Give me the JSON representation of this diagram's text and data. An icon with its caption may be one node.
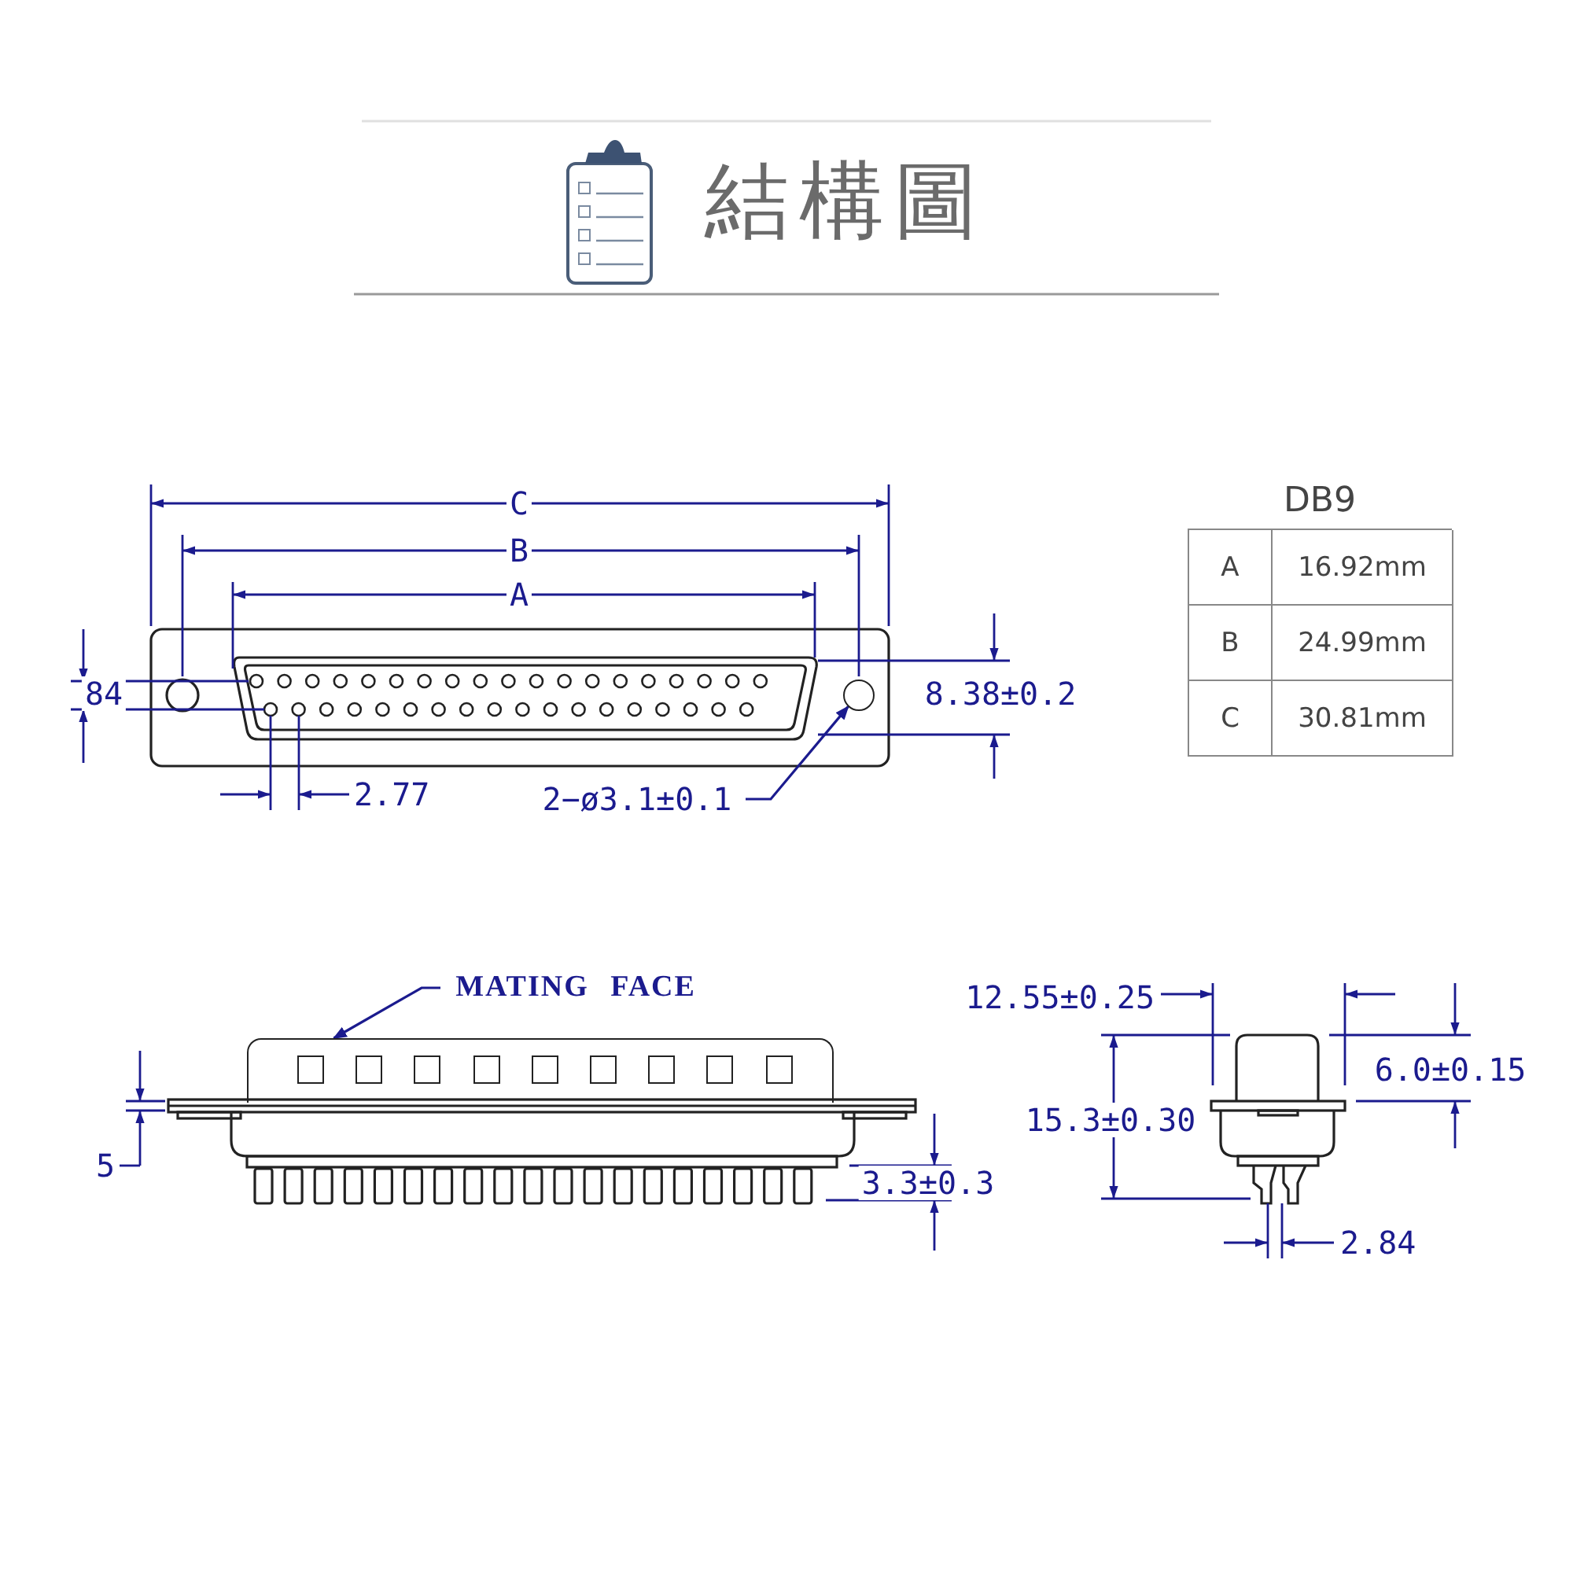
{
  "diagram": {
    "title": "結構圖",
    "nodes": [
      {
        "text": [],
        "shape": "circle"
      },
      {
        "text": [
          "2−ø3.1±0.1"
        ]
      },
      {
        "text": [
          "MATING FACE"
        ]
      },
      {
        "text": [],
        "shape": "box"
      }
    ],
    "edges": [
      {
        "from": 1,
        "to": 0,
        "arrow": "to"
      },
      {
        "from": 2,
        "to": 3,
        "arrow": "to"
      }
    ],
    "labels": [
      "C",
      "B",
      "A",
      "84",
      "8.38±0.2",
      "2.77",
      "DB9",
      "A",
      "16.92mm",
      "B",
      "24.99mm",
      "C",
      "30.81mm",
      "5",
      "3.3±0.3",
      "12.55±0.25",
      "6.0±0.15",
      "15.3±0.30",
      "2.84"
    ]
  }
}
